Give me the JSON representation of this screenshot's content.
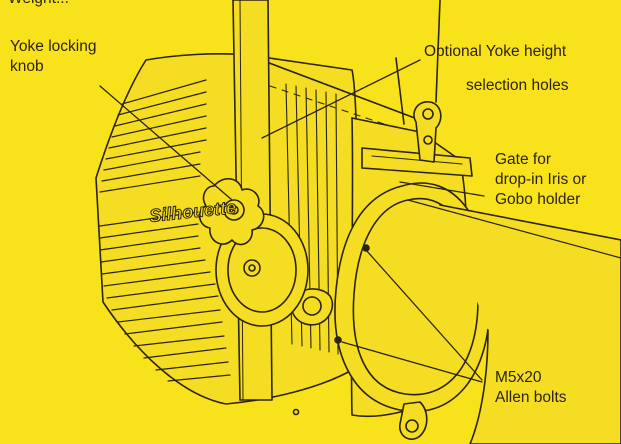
{
  "labels": {
    "top_cut": "Weight...",
    "yoke_knob_line1": "Yoke locking",
    "yoke_knob_line2": "knob",
    "yoke_holes_line1": "Optional Yoke height",
    "yoke_holes_line2": "selection holes",
    "gate_line1": "Gate for",
    "gate_line2": "drop-in Iris or",
    "gate_line3": "Gobo holder",
    "bolts_line1": "M5x20",
    "bolts_line2": "Allen bolts"
  },
  "logo": {
    "text": "Silhouette"
  },
  "colors": {
    "background": "#f7e21c",
    "ink": "#2b2410"
  }
}
